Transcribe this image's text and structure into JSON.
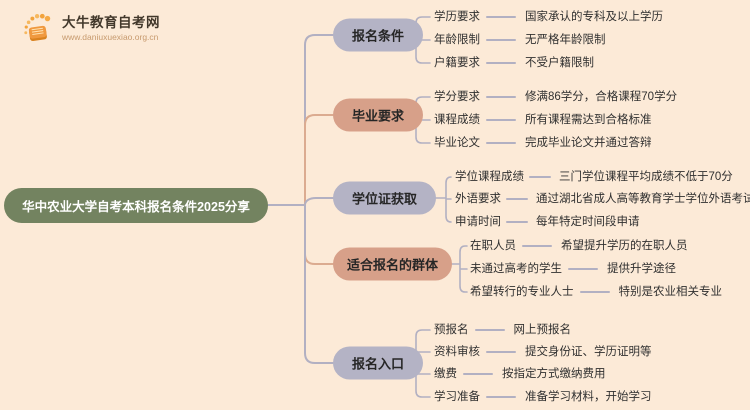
{
  "colors": {
    "bg": "#fcead7",
    "node-green": "#738360",
    "bubble-lavender": "#b4b3c5",
    "bubble-salmon": "#d7a089",
    "line-gray": "#b2b0c2",
    "line-salmon": "#dbab90",
    "logo-orange": "#f0993f"
  },
  "logo": {
    "icon": "book-sunburst-icon",
    "title": "大牛教育自考网",
    "url": "www.daniuxuexiao.org.cn"
  },
  "central_topic": "华中农业大学自考本科报名条件2025分享",
  "branches": [
    {
      "label": "报名条件",
      "color": "#b4b3c5",
      "children": [
        {
          "label": "学历要求",
          "desc": "国家承认的专科及以上学历"
        },
        {
          "label": "年龄限制",
          "desc": "无严格年龄限制"
        },
        {
          "label": "户籍要求",
          "desc": "不受户籍限制"
        }
      ]
    },
    {
      "label": "毕业要求",
      "color": "#d7a089",
      "children": [
        {
          "label": "学分要求",
          "desc": "修满86学分，合格课程70学分"
        },
        {
          "label": "课程成绩",
          "desc": "所有课程需达到合格标准"
        },
        {
          "label": "毕业论文",
          "desc": "完成毕业论文并通过答辩"
        }
      ]
    },
    {
      "label": "学位证获取",
      "color": "#b4b3c5",
      "children": [
        {
          "label": "学位课程成绩",
          "desc": "三门学位课程平均成绩不低于70分"
        },
        {
          "label": "外语要求",
          "desc": "通过湖北省成人高等教育学士学位外语考试"
        },
        {
          "label": "申请时间",
          "desc": "每年特定时间段申请"
        }
      ]
    },
    {
      "label": "适合报名的群体",
      "color": "#d7a089",
      "children": [
        {
          "label": "在职人员",
          "desc": "希望提升学历的在职人员"
        },
        {
          "label": "未通过高考的学生",
          "desc": "提供升学途径"
        },
        {
          "label": "希望转行的专业人士",
          "desc": "特别是农业相关专业"
        }
      ]
    },
    {
      "label": "报名入口",
      "color": "#b4b3c5",
      "children": [
        {
          "label": "预报名",
          "desc": "网上预报名"
        },
        {
          "label": "资料审核",
          "desc": "提交身份证、学历证明等"
        },
        {
          "label": "缴费",
          "desc": "按指定方式缴纳费用"
        },
        {
          "label": "学习准备",
          "desc": "准备学习材料，开始学习"
        }
      ]
    }
  ]
}
